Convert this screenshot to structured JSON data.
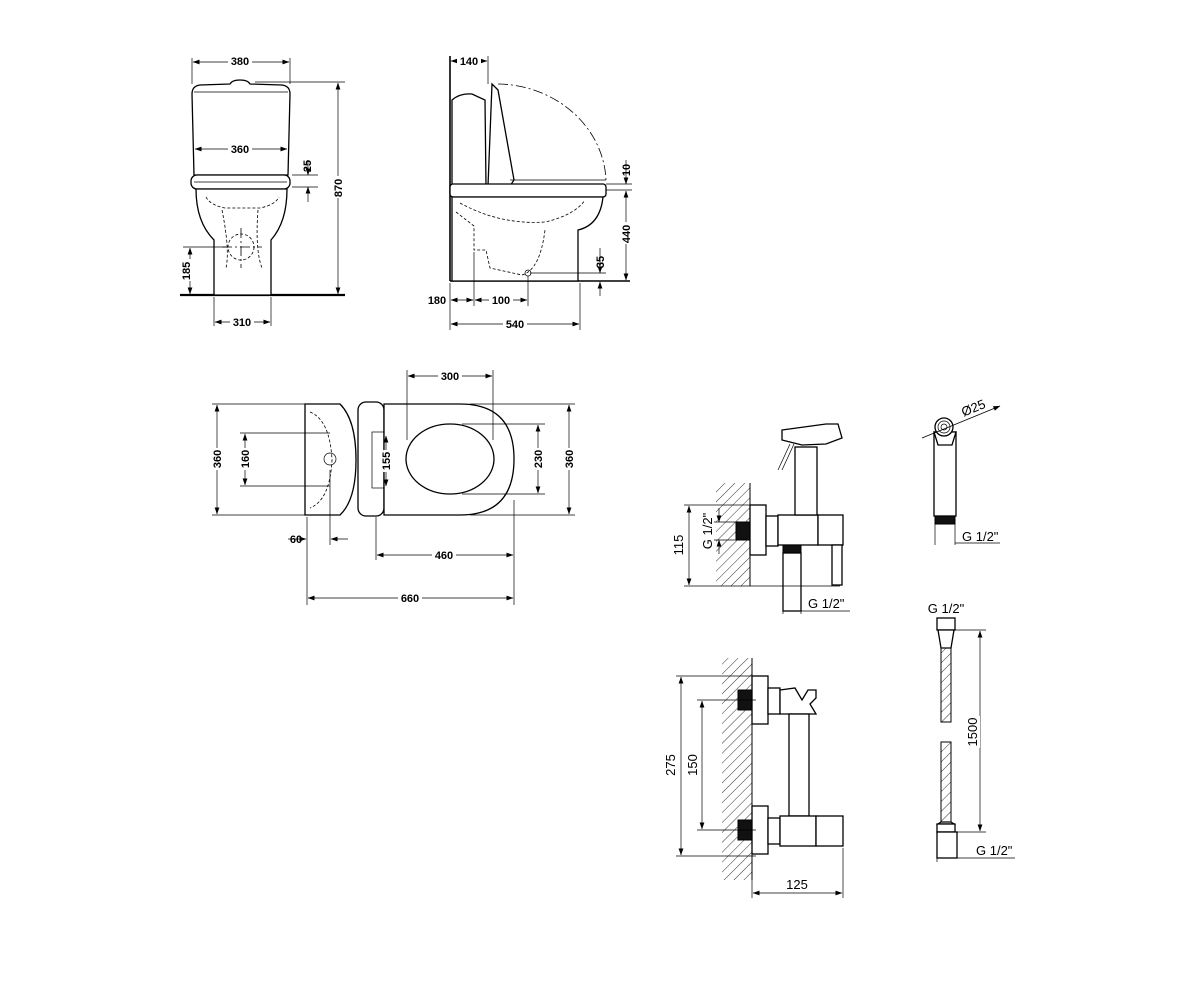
{
  "toilet_front_view": {
    "width_top": "380",
    "width_inner": "360",
    "seat_gap": "25",
    "height_total": "870",
    "outlet_height": "185",
    "base_width": "310"
  },
  "toilet_side_view": {
    "tank_depth": "140",
    "seat_thickness": "10",
    "seat_height": "440",
    "outlet_center": "35",
    "wall_to_inlet": "180",
    "inlet_offset": "100",
    "depth_total": "540"
  },
  "toilet_top_view": {
    "seat_length": "300",
    "width_left": "360",
    "tank_inner": "160",
    "tank_lid": "155",
    "seat_opening": "230",
    "width_right": "360",
    "tank_offset": "60",
    "bowl_length": "460",
    "length_total": "660"
  },
  "mixer_side_view": {
    "thread_inlet": "G 1/2\"",
    "height": "115",
    "thread_outlet": "G 1/2\""
  },
  "shower_head": {
    "diameter": "Ø25",
    "thread": "G 1/2\""
  },
  "mixer_front_view": {
    "height_total": "275",
    "holder_spacing": "150",
    "depth": "125"
  },
  "hose": {
    "thread_top": "G 1/2\"",
    "length": "1500",
    "thread_bottom": "G 1/2\""
  }
}
